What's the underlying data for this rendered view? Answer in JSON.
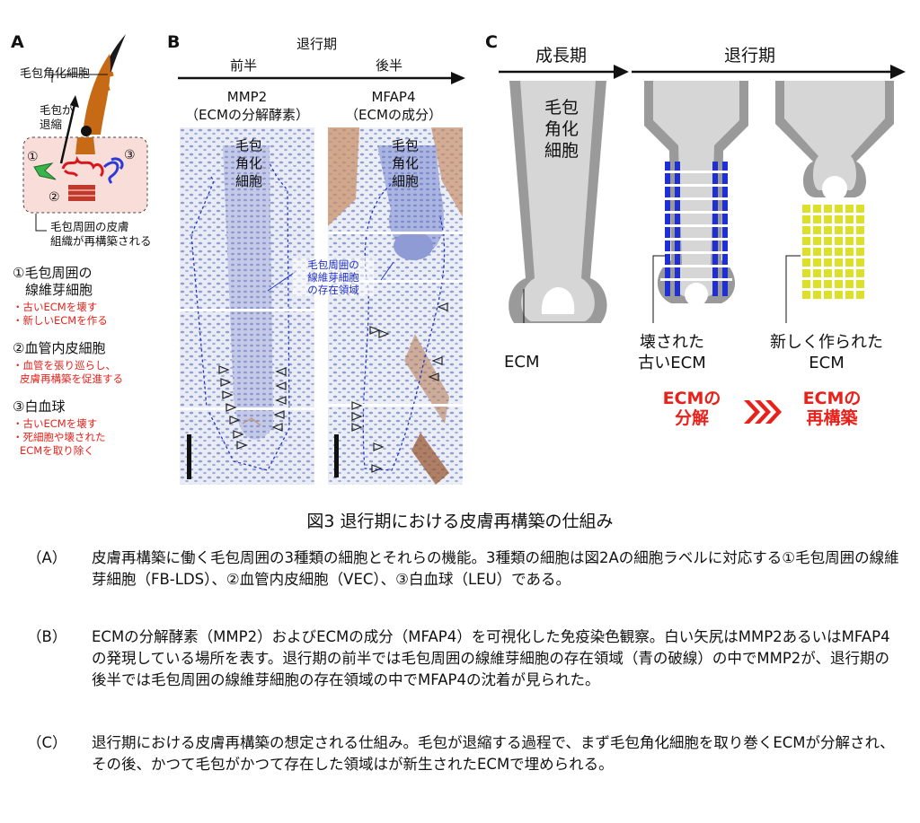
{
  "panel_a": {
    "letter": "A",
    "label_keratinocyte": "毛包角化細胞",
    "label_regress_1": "毛包が",
    "label_regress_2": "退縮",
    "n1": "①",
    "n2": "②",
    "n3": "③",
    "label_remodel_1": "毛包周囲の皮膚",
    "label_remodel_2": "組織が再構築される",
    "items": [
      {
        "title_1": "①毛包周囲の",
        "title_2": "線維芽細胞",
        "notes": [
          "・古いECMを壊す",
          "・新しいECMを作る"
        ]
      },
      {
        "title_1": "②血管内皮細胞",
        "title_2": "",
        "notes": [
          "・血管を張り巡らし、",
          "皮膚再構築を促進する"
        ]
      },
      {
        "title_1": "③白血球",
        "title_2": "",
        "notes": [
          "・古いECMを壊す",
          "・死細胞や壊された",
          "ECMを取り除く"
        ]
      }
    ]
  },
  "panel_b": {
    "letter": "B",
    "phase": "退行期",
    "first_half": "前半",
    "second_half": "後半",
    "left_title_1": "MMP2",
    "left_title_2": "（ECMの分解酵素）",
    "right_title_1": "MFAP4",
    "right_title_2": "（ECMの成分）",
    "img_label_1": "毛包",
    "img_label_2": "角化",
    "img_label_3": "細胞",
    "region_1": "毛包周囲の",
    "region_2": "線維芽細胞",
    "region_3": "の存在領域"
  },
  "panel_c": {
    "letter": "C",
    "growth": "成長期",
    "regression": "退行期",
    "hf_label_1": "毛包",
    "hf_label_2": "角化",
    "hf_label_3": "細胞",
    "ecm": "ECM",
    "broken_1": "壊された",
    "broken_2": "古いECM",
    "new_1": "新しく作られた",
    "new_2": "ECM",
    "step1_1": "ECMの",
    "step1_2": "分解",
    "step2_1": "ECMの",
    "step2_2": "再構築",
    "colors": {
      "old_ecm": "#1f2fd6",
      "new_ecm": "#dde02a",
      "accent": "#e8221b"
    }
  },
  "caption": {
    "title": "図3 退行期における皮膚再構築の仕組み",
    "items": [
      {
        "label": "（A）",
        "text": "皮膚再構築に働く毛包周囲の3種類の細胞とそれらの機能。3種類の細胞は図2Aの細胞ラベルに対応する①毛包周囲の線維芽細胞（FB-LDS）、②血管内皮細胞（VEC）、③白血球（LEU）である。"
      },
      {
        "label": "（B）",
        "text": "ECMの分解酵素（MMP2）およびECMの成分（MFAP4）を可視化した免疫染色観察。白い矢尻はMMP2あるいはMFAP4の発現している場所を表す。退行期の前半では毛包周囲の線維芽細胞の存在領域（青の破線）の中でMMP2が、退行期の後半では毛包周囲の線維芽細胞の存在領域の中でMFAP4の沈着が見られた。"
      },
      {
        "label": "（C）",
        "text": "退行期における皮膚再構築の想定される仕組み。毛包が退縮する過程で、まず毛包角化細胞を取り巻くECMが分解され、その後、かつて毛包がかつて存在した領域はが新生されたECMで埋められる。"
      }
    ]
  }
}
